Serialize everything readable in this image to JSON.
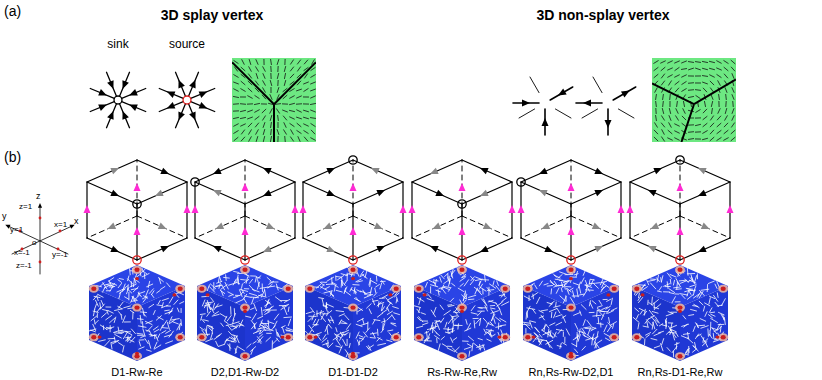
{
  "diagram": {
    "labels": [
      "(a)",
      "3D splay vertex",
      "sink",
      "source",
      "3D non-splay vertex",
      "(b)",
      "z",
      "y",
      "x",
      "z=1",
      "y=1",
      "x=1",
      "x=-1",
      "y=-1",
      "z=-1",
      "o",
      "D1-Rw-Re",
      "D2,D1-Rw-D2",
      "D1-D1-D2",
      "Rs-Rw-Re,Rw",
      "Rn,Rs-Rw-D2,D1",
      "Rn,Rs-D1-Re,Rw"
    ]
  }
}
